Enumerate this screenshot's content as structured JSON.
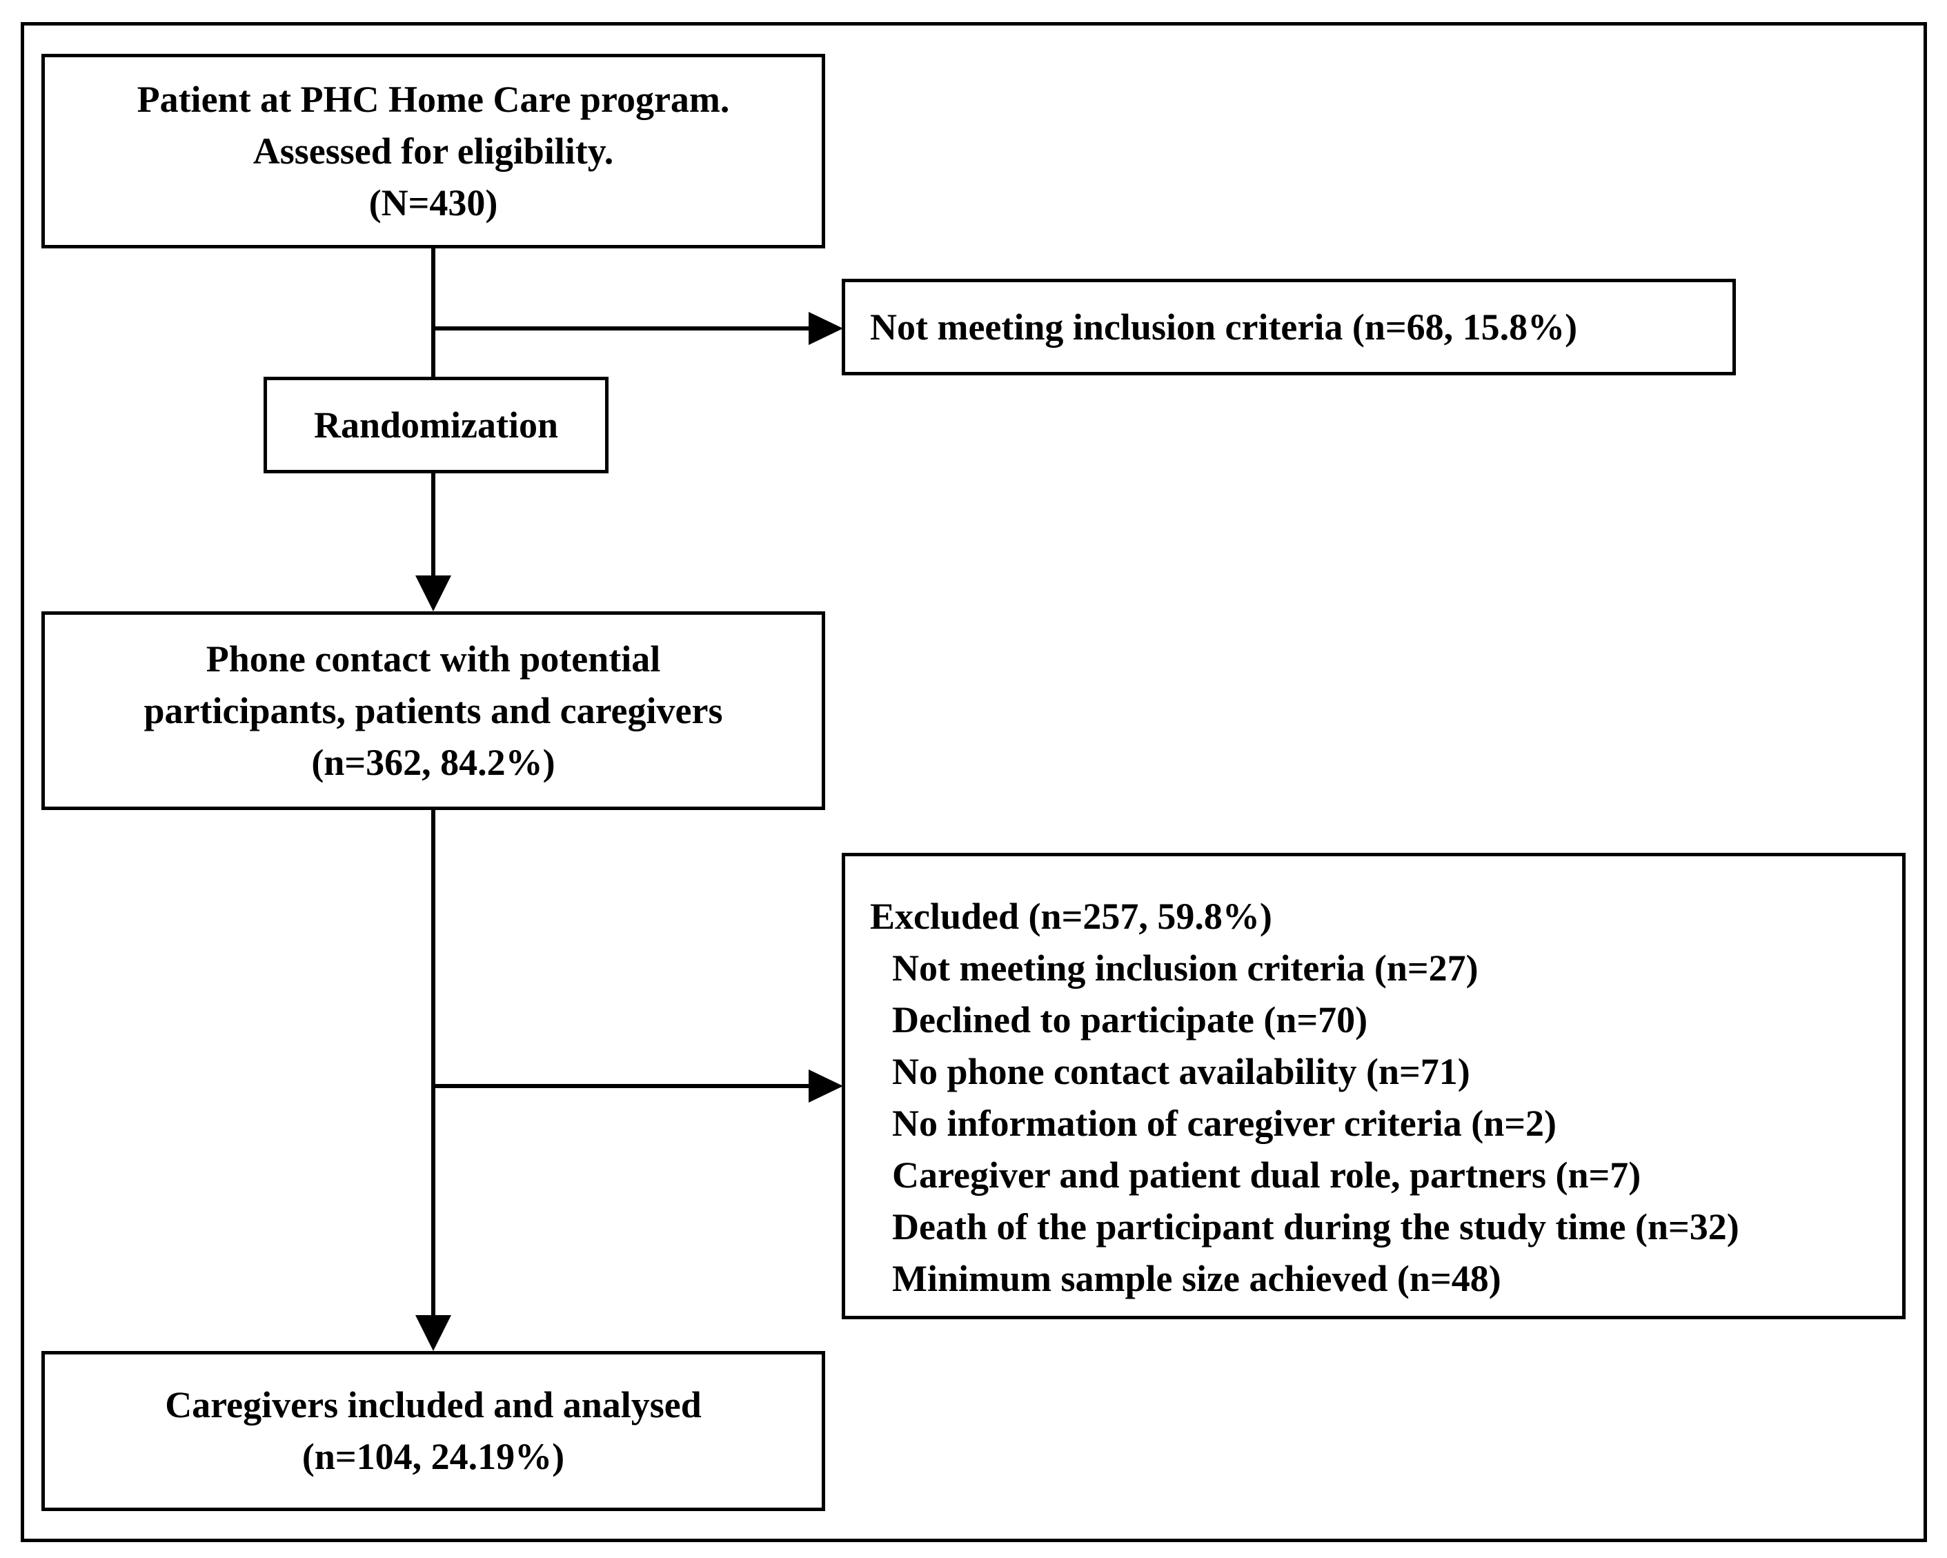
{
  "boxes": {
    "assessed": {
      "lines": [
        "Patient at PHC Home Care program.",
        "Assessed for eligibility.",
        "(N=430)"
      ]
    },
    "not_meeting": {
      "text": "Not meeting inclusion criteria (n=68, 15.8%)"
    },
    "randomization": {
      "text": "Randomization"
    },
    "phone_contact": {
      "lines": [
        "Phone contact with potential",
        "participants, patients and caregivers",
        "(n=362, 84.2%)"
      ]
    },
    "excluded": {
      "header": "Excluded  (n=257, 59.8%)",
      "items": [
        "Not meeting inclusion criteria (n=27)",
        "Declined to participate (n=70)",
        "No phone contact availability (n=71)",
        "No information of caregiver criteria (n=2)",
        "Caregiver and patient dual role, partners (n=7)",
        "Death of the participant during the study time (n=32)",
        "Minimum sample size achieved (n=48)"
      ]
    },
    "included": {
      "lines": [
        "Caregivers included and analysed",
        "(n=104, 24.19%)"
      ]
    }
  }
}
